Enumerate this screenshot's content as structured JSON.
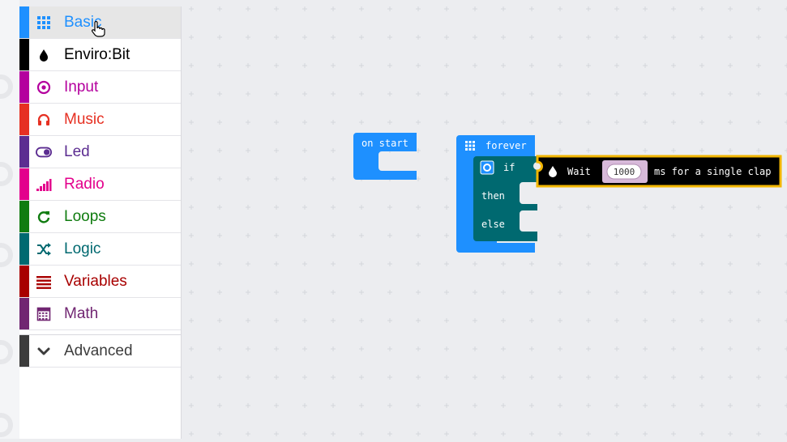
{
  "palette": {
    "categories": [
      {
        "label": "Basic",
        "color": "#1e90ff",
        "icon": "grid-icon"
      },
      {
        "label": "Enviro:Bit",
        "color": "#000000",
        "icon": "water-drop-icon"
      },
      {
        "label": "Input",
        "color": "#b4009e",
        "icon": "target-icon"
      },
      {
        "label": "Music",
        "color": "#e63022",
        "icon": "headphones-icon"
      },
      {
        "label": "Led",
        "color": "#5c2d91",
        "icon": "toggle-icon"
      },
      {
        "label": "Radio",
        "color": "#e3008c",
        "icon": "signal-bars-icon"
      },
      {
        "label": "Loops",
        "color": "#107c10",
        "icon": "loop-arrow-icon"
      },
      {
        "label": "Logic",
        "color": "#006970",
        "icon": "shuffle-icon"
      },
      {
        "label": "Variables",
        "color": "#a80000",
        "icon": "list-lines-icon"
      },
      {
        "label": "Math",
        "color": "#712672",
        "icon": "calculator-icon"
      }
    ],
    "advanced": {
      "label": "Advanced",
      "color": "#3c3c3c",
      "icon": "chevron-down-icon"
    }
  },
  "blocks": {
    "on_start": {
      "label": "on start",
      "color": "#1e90ff"
    },
    "forever": {
      "label": "forever",
      "color": "#1e90ff",
      "icon": "grid-icon"
    },
    "if_block": {
      "if_label": "if",
      "then_label": "then",
      "else_label": "else",
      "color": "#006970",
      "icon": "gear-icon"
    },
    "wait_clap": {
      "prefix": "Wait",
      "value": "1000",
      "suffix": "ms for a single clap",
      "color": "#000000",
      "icon": "water-drop-icon"
    }
  }
}
